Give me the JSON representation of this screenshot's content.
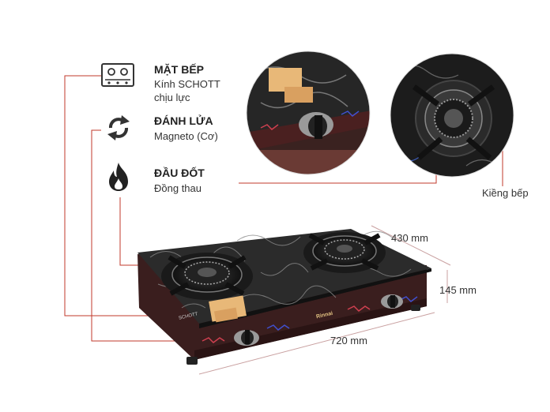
{
  "features": [
    {
      "title": "MẶT BẾP",
      "desc_line1": "Kính SCHOTT",
      "desc_line2": "chịu lực",
      "icon": "stove-top-icon"
    },
    {
      "title": "ĐÁNH LỬA",
      "desc_line1": "Magneto (Cơ)",
      "icon": "refresh-arrows-icon"
    },
    {
      "title": "ĐẦU ĐỐT",
      "desc_line1": "Đồng thau",
      "icon": "flame-icon"
    }
  ],
  "callout_burner": "Kiềng bếp",
  "dimensions": {
    "depth": "430 mm",
    "height": "145 mm",
    "width": "720 mm"
  },
  "product": {
    "brand": "Rinnai",
    "glass_brand": "SCHOTT"
  },
  "colors": {
    "leader_line": "#c0392b",
    "glass": "#2b2b2b",
    "body": "#3a1e1e"
  }
}
